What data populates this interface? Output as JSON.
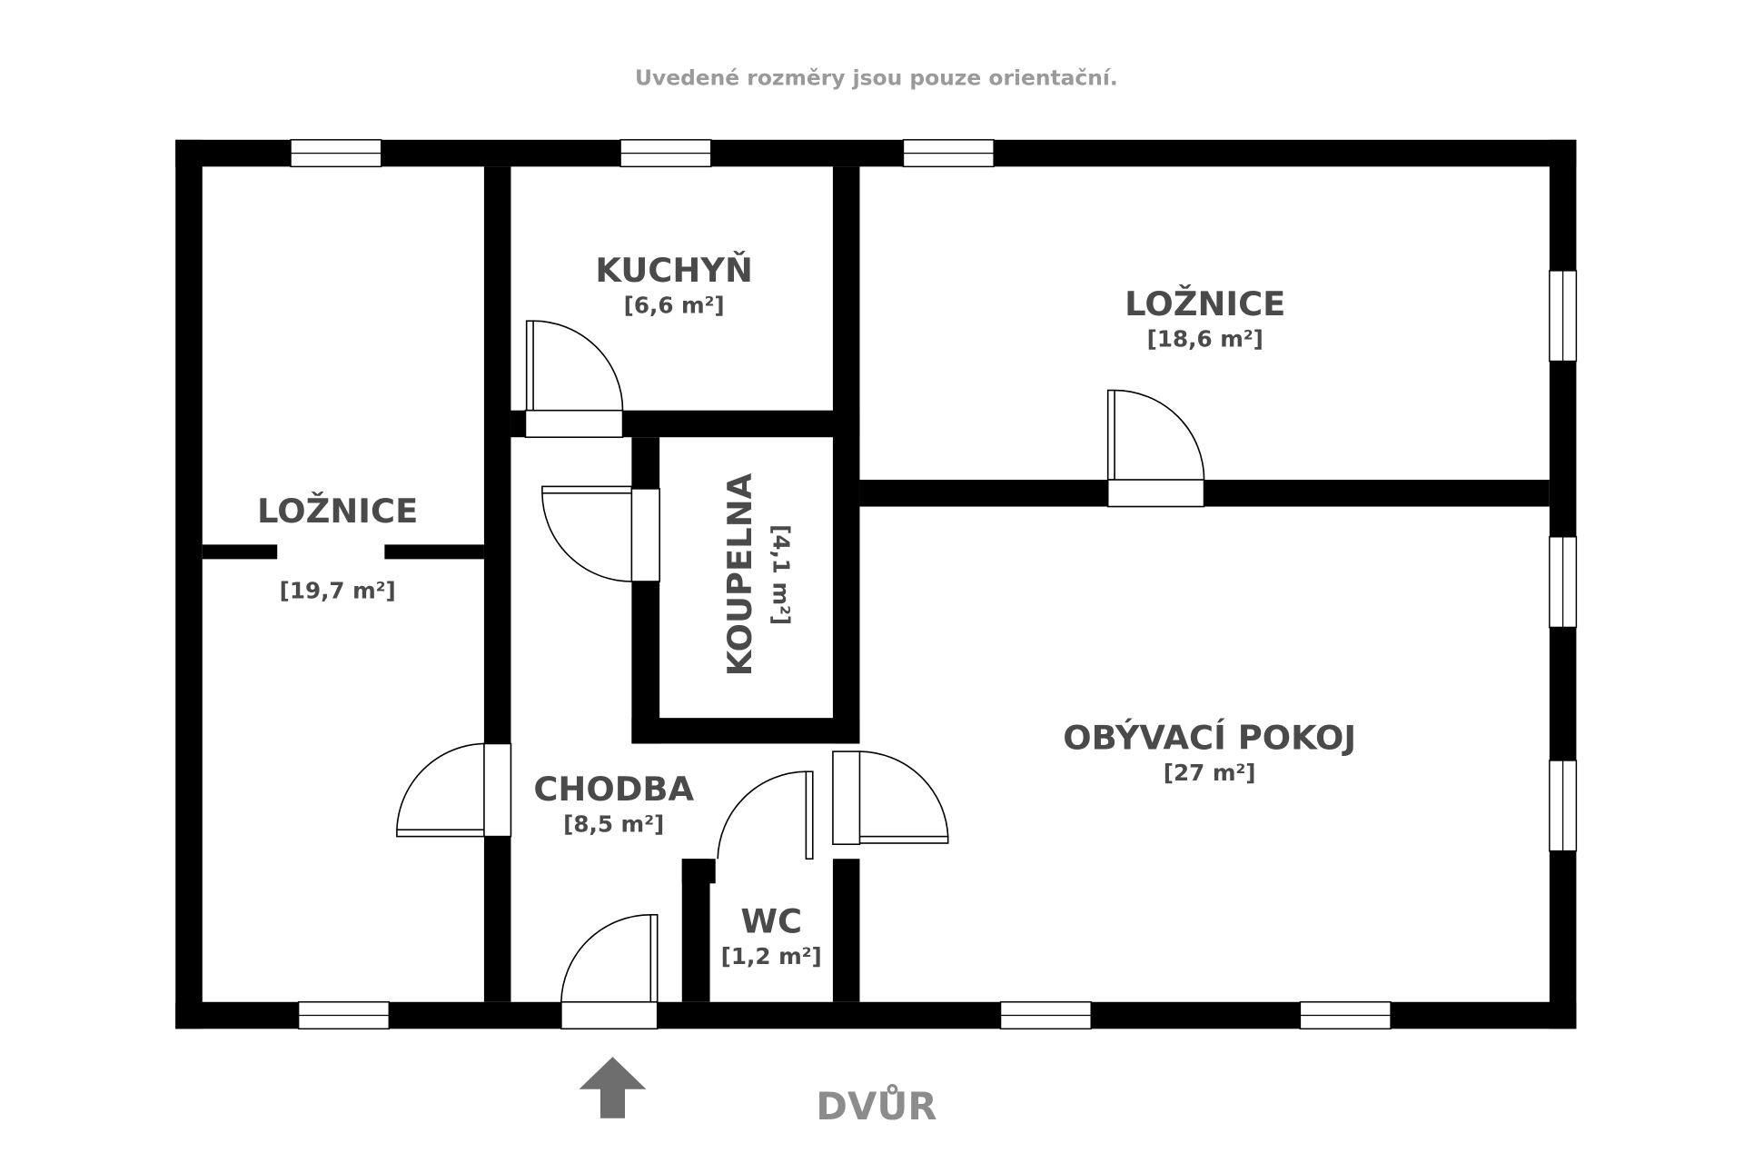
{
  "note": "Uvedené rozměry jsou pouze orientační.",
  "rooms": {
    "kuchyn": {
      "name": "KUCHYŇ",
      "area": "[6,6 m²]"
    },
    "loznice_right": {
      "name": "LOŽNICE",
      "area": "[18,6 m²]"
    },
    "loznice_left": {
      "name": "LOŽNICE",
      "area": "[19,7 m²]"
    },
    "koupelna": {
      "name": "KOUPELNA",
      "area": "[4,1 m²]"
    },
    "obyvaci": {
      "name": "OBÝVACÍ POKOJ",
      "area": "[27 m²]"
    },
    "chodba": {
      "name": "CHODBA",
      "area": "[8,5 m²]"
    },
    "wc": {
      "name": "WC",
      "area": "[1,2 m²]"
    }
  },
  "entrance_label": "DVŮR",
  "colors": {
    "wall": "#000000",
    "label": "#4a4a4a",
    "arrow": "#6e6e6e"
  }
}
